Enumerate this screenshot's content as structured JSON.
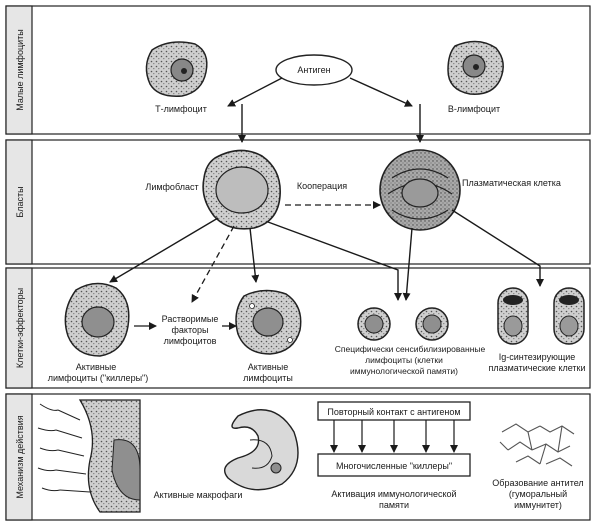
{
  "sections": [
    {
      "label": "Малые лимфоциты"
    },
    {
      "label": "Бласты"
    },
    {
      "label": "Клетки-эффекторы"
    },
    {
      "label": "Механизм действия"
    }
  ],
  "row1": {
    "antigen": "Антиген",
    "t_cell": "Т-лимфоцит",
    "b_cell": "В-лимфоцит"
  },
  "row2": {
    "lymphoblast": "Лимфобласт",
    "cooperation": "Кооперация",
    "plasma_cell": "Плазматическая клетка"
  },
  "row3": {
    "killers_1": "Активные",
    "killers_2": "лимфоциты (\"киллеры\")",
    "factors_1": "Растворимые",
    "factors_2": "факторы",
    "factors_3": "лимфоцитов",
    "active_1": "Активные",
    "active_2": "лимфоциты",
    "memory_1": "Специфически сенсибилизированные",
    "memory_2": "лимфоциты (клетки",
    "memory_3": "иммунологической памяти)",
    "ig_1": "Ig-синтезирующие",
    "ig_2": "плазматические клетки"
  },
  "row4": {
    "macrophages": "Активные макрофаги",
    "repeat_contact": "Повторный контакт с антигеном",
    "many_killers": "Многочисленные \"киллеры\"",
    "memory_activation_1": "Активация иммунологической",
    "memory_activation_2": "памяти",
    "antibodies_1": "Образование антител",
    "antibodies_2": "(гуморальный",
    "antibodies_3": "иммунитет)"
  }
}
